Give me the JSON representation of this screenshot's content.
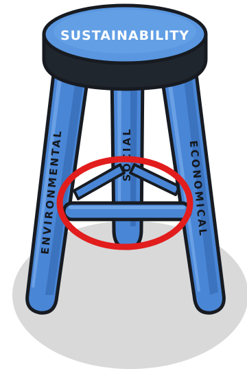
{
  "seat": {
    "label": "SUSTAINABILITY"
  },
  "legs": {
    "left": "ENVIRONMENTAL",
    "middle": "SOCIAL",
    "right": "ECONOMICAL"
  },
  "colors": {
    "leg_fill": "#4a86d6",
    "leg_dark": "#2c5fa8",
    "leg_highlight": "#7fb2ee",
    "seat_top": "#5a97e0",
    "seat_rim": "#20262d",
    "outline": "#171b21",
    "highlight_ring": "#e21d1d",
    "shadow": "#d9d9d9",
    "seat_text": "#ffffff",
    "leg_text": "#15181d"
  }
}
